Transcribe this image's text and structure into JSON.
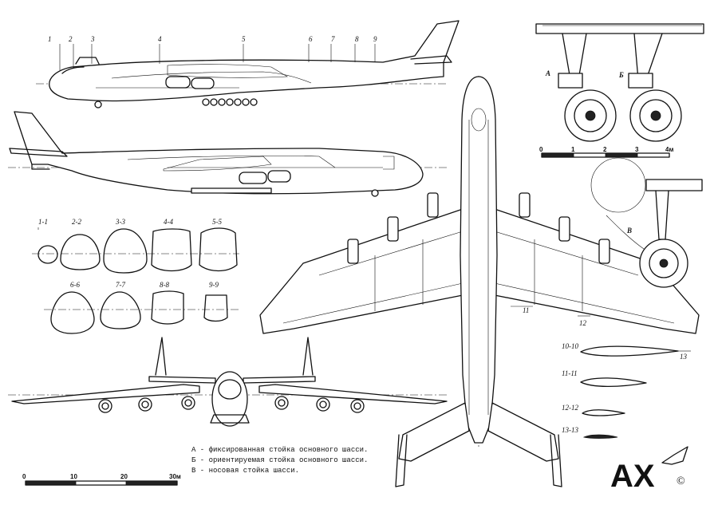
{
  "station_marks": [
    "1",
    "2",
    "3",
    "4",
    "5",
    "6",
    "7",
    "8",
    "9"
  ],
  "sections": {
    "row1": [
      "1-1",
      "2-2",
      "3-3",
      "4-4",
      "5-5"
    ],
    "row2": [
      "6-6",
      "7-7",
      "8-8",
      "9-9"
    ]
  },
  "airfoils": [
    "10-10",
    "11-11",
    "12-12",
    "13-13"
  ],
  "plan_marks": [
    "11",
    "12",
    "13"
  ],
  "gear": {
    "label_a": "А",
    "label_b": "Б",
    "label_v": "В"
  },
  "gear_scale": {
    "ticks": [
      "0",
      "1",
      "2",
      "3",
      "4м"
    ],
    "value_m": 4
  },
  "main_scale": {
    "ticks": [
      "0",
      "10",
      "20",
      "30м"
    ],
    "value_m": 30
  },
  "legend": [
    "А - фиксированная стойка основного шасси.",
    "Б - ориентируемая стойка основного шасси.",
    "В - носовая стойка шасси."
  ],
  "logo": {
    "text": "АХ",
    "copyright": "©"
  }
}
